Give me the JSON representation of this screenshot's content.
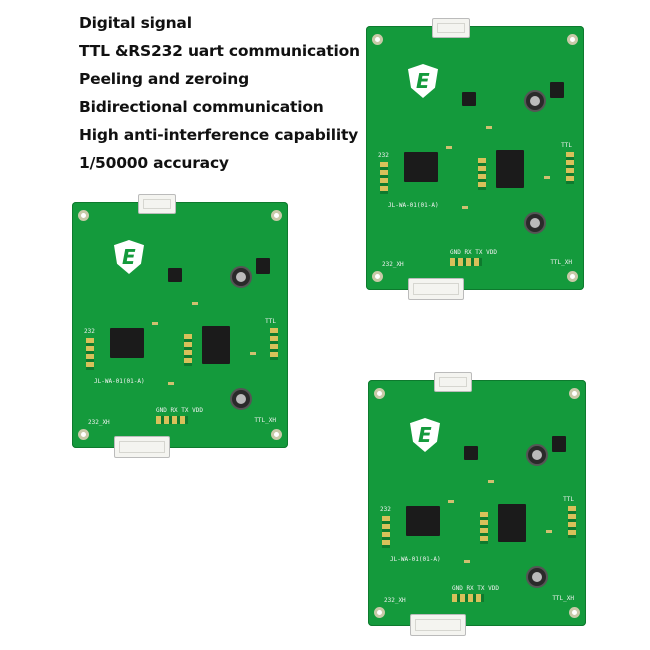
{
  "features": [
    "Digital signal",
    "TTL &RS232 uart communication",
    "Peeling and zeroing",
    "Bidirectional communication",
    "High anti-interference capability",
    "1/50000 accuracy"
  ],
  "board_silkscreen": {
    "pins": "GND RX TX VDD",
    "ttl": "TTL",
    "rs232": "232",
    "model": "JL-WA-01(01-A)",
    "ttl_xh": "TTL_XH",
    "rs232_xh": "232_XH"
  },
  "colors": {
    "pcb": "#149a3c",
    "connector": "#f4f4f0"
  }
}
